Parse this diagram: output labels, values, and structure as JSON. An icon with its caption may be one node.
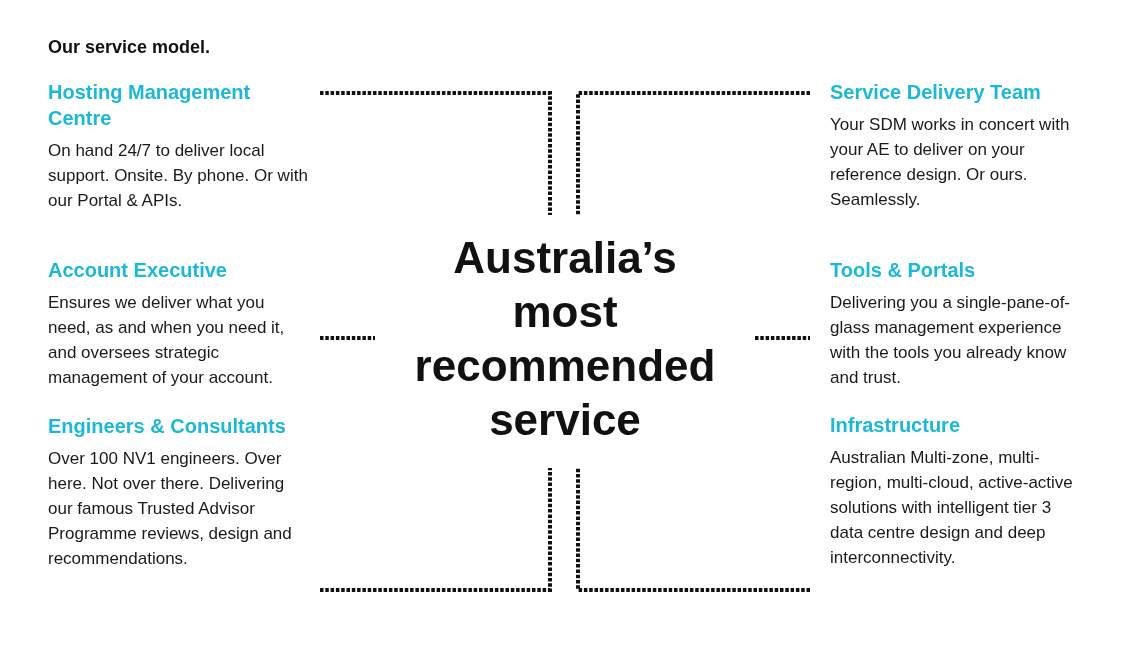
{
  "diagram": {
    "title": "Our service model.",
    "labels": [
      "Hosting Management Centre",
      "On hand 24/7 to deliver local support. Onsite. By phone. Or with our Portal & APIs.",
      "Account Executive",
      "Ensures we deliver what you need, as and when you need it, and oversees strategic management of your account.",
      "Engineers & Consultants",
      "Over 100 NV1 engineers. Over here. Not over there. Delivering our famous Trusted Advisor Programme reviews, design and recommendations.",
      "Australia’s most recommended service",
      "Service Delivery Team",
      "Your SDM works in concert with your AE to deliver on your reference design. Or ours. Seamlessly.",
      "Tools & Portals",
      "Delivering you a single-pane-of-glass management experience with the tools you already know and trust.",
      "Infrastructure",
      "Australian Multi-zone, multi-region, multi-cloud, active-active solutions with intelligent tier 3 data centre design and deep interconnectivity."
    ]
  }
}
